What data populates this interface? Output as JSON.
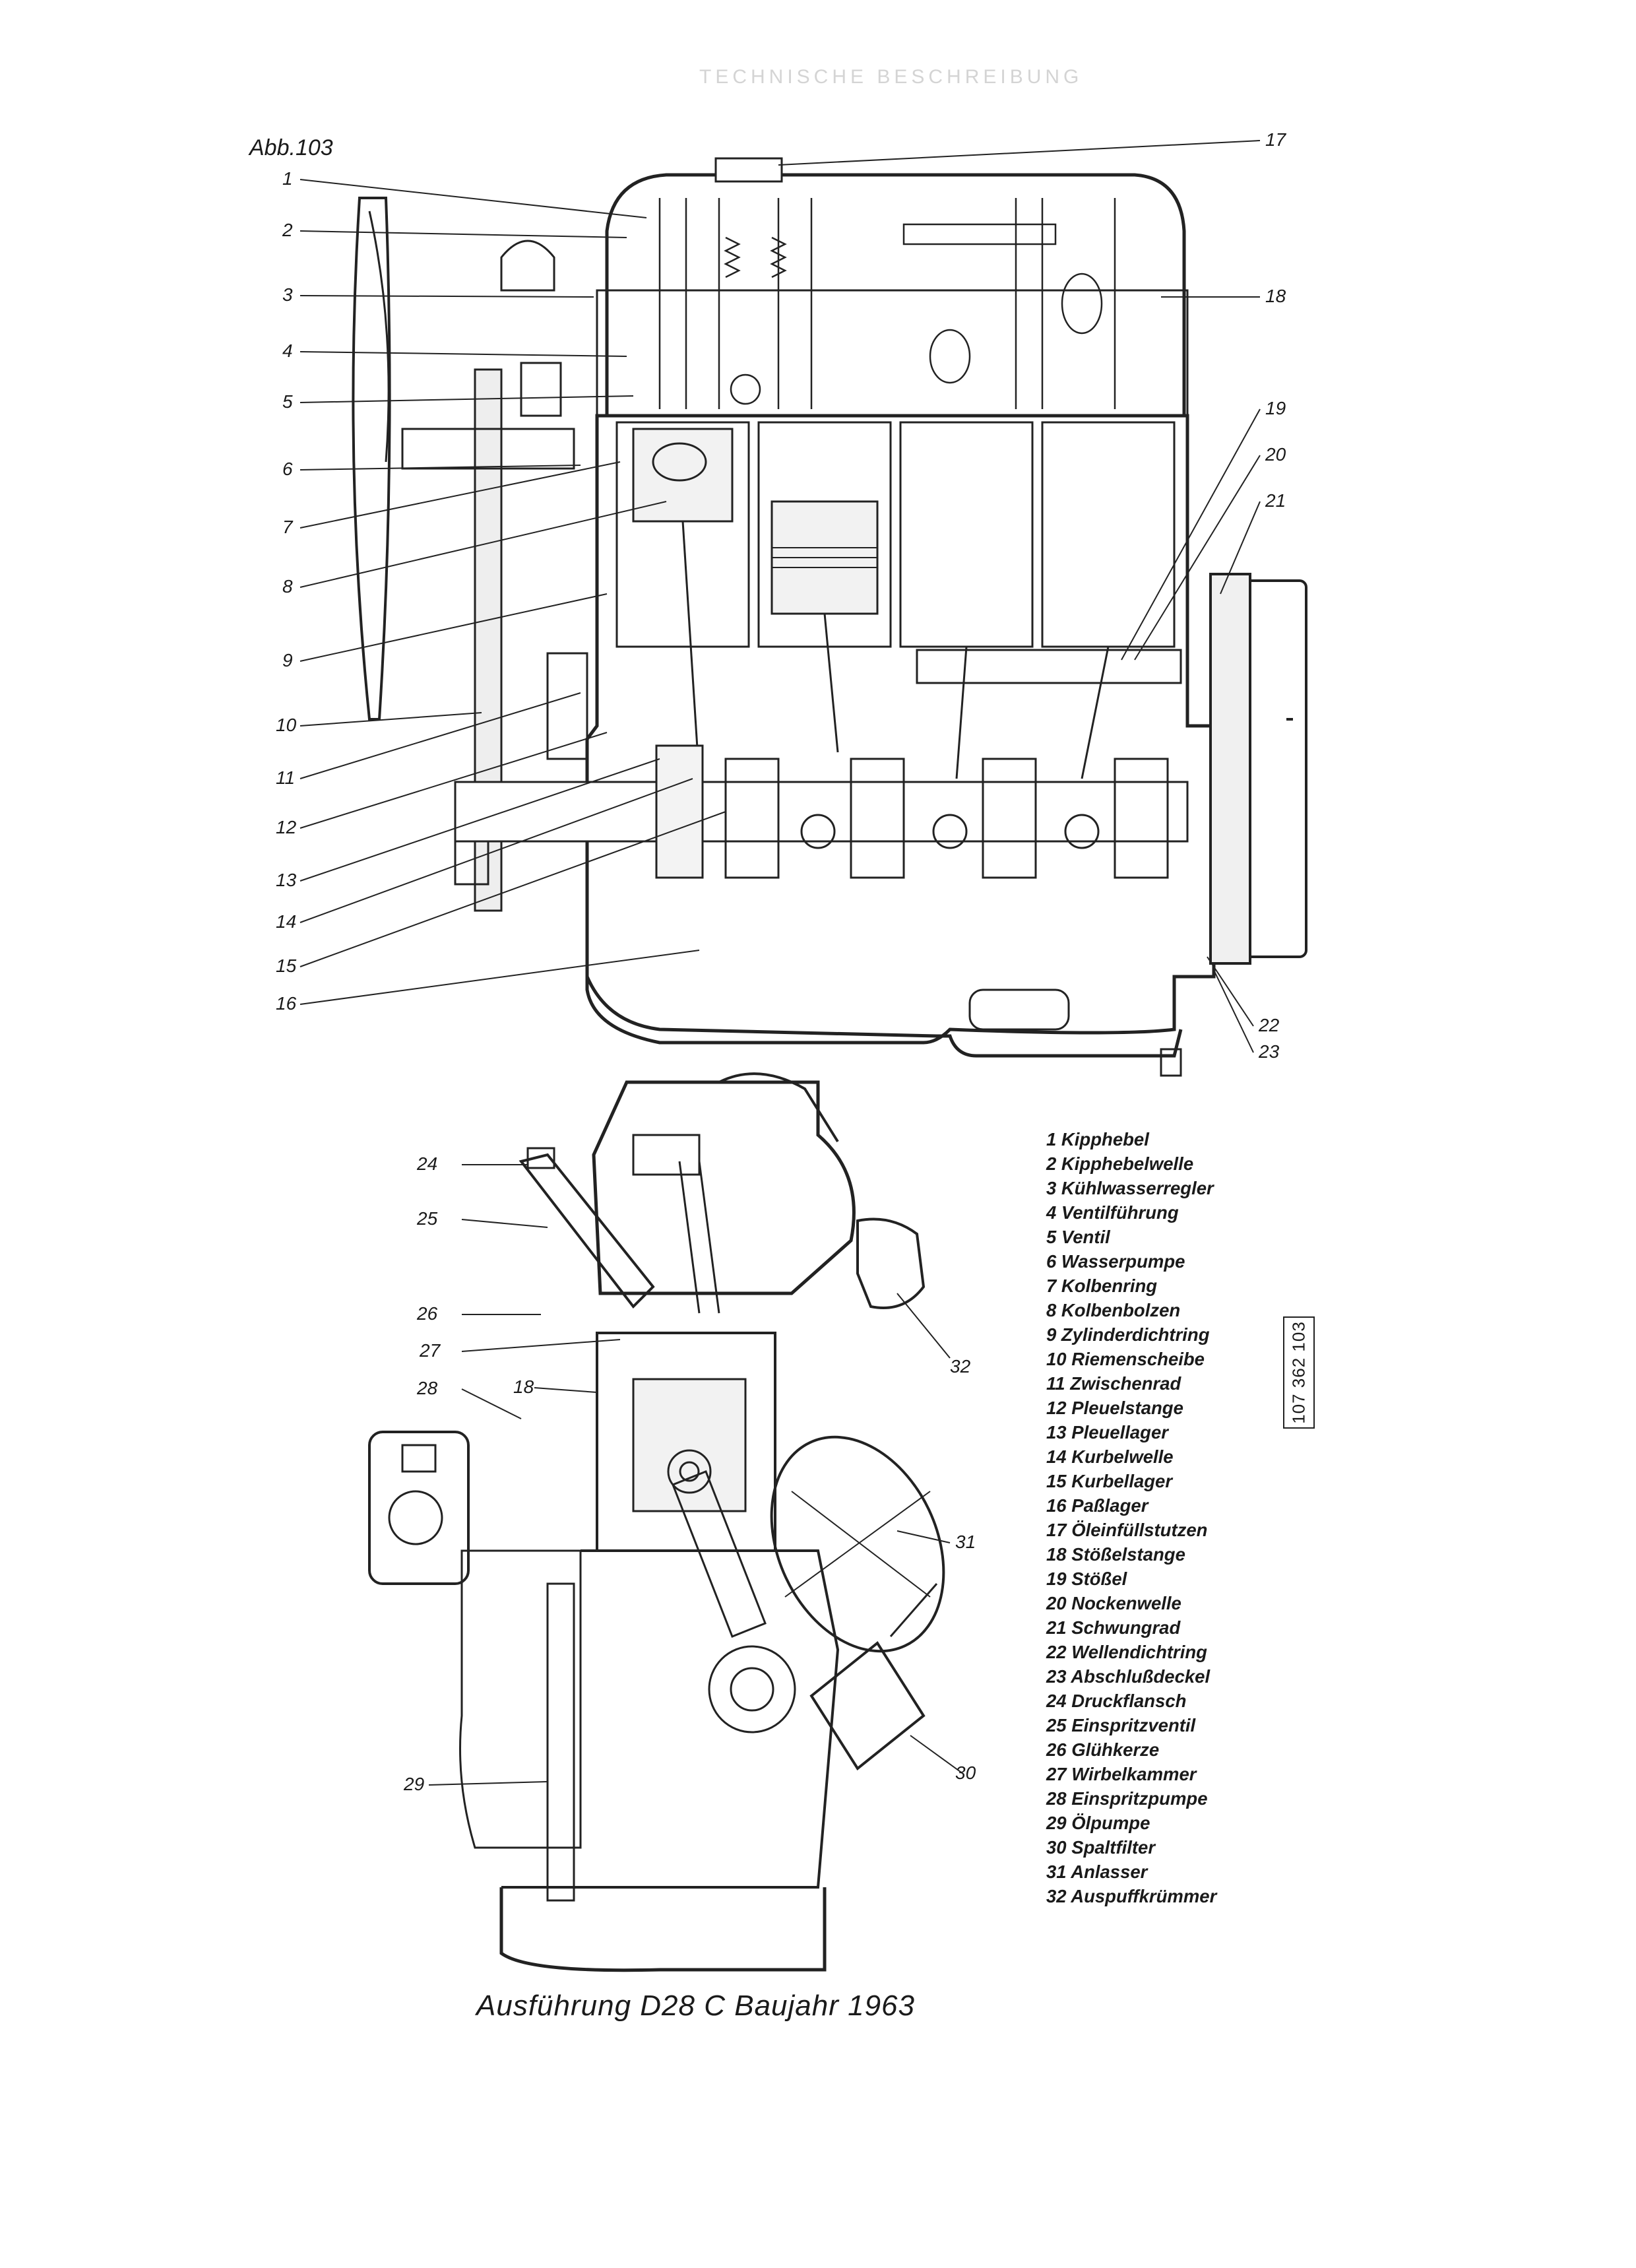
{
  "figure": {
    "label": "Abb.103",
    "caption": "Ausführung D28 C   Baujahr 1963",
    "stamp": "107 362 103"
  },
  "callouts": {
    "upper": [
      "1",
      "2",
      "3",
      "4",
      "5",
      "6",
      "7",
      "8",
      "9",
      "10",
      "11",
      "12",
      "13",
      "14",
      "15",
      "16",
      "17",
      "18",
      "19",
      "20",
      "21",
      "22",
      "23"
    ],
    "lower": [
      "24",
      "25",
      "26",
      "27",
      "28",
      "18",
      "29",
      "30",
      "31",
      "32"
    ]
  },
  "legend": [
    "1 Kipphebel",
    "2 Kipphebelwelle",
    "3 Kühlwasserregler",
    "4 Ventilführung",
    "5 Ventil",
    "6 Wasserpumpe",
    "7 Kolbenring",
    "8 Kolbenbolzen",
    "9 Zylinderdichtring",
    "10 Riemenscheibe",
    "11 Zwischenrad",
    "12 Pleuelstange",
    "13 Pleuellager",
    "14 Kurbelwelle",
    "15 Kurbellager",
    "16 Paßlager",
    "17 Öleinfüllstutzen",
    "18 Stößelstange",
    "19 Stößel",
    "20 Nockenwelle",
    "21 Schwungrad",
    "22 Wellendichtring",
    "23 Abschlußdeckel",
    "24 Druckflansch",
    "25 Einspritzventil",
    "26 Glühkerze",
    "27 Wirbelkammer",
    "28 Einspritzpumpe",
    "29 Ölpumpe",
    "30 Spaltfilter",
    "31 Anlasser",
    "32 Auspuffkrümmer"
  ]
}
